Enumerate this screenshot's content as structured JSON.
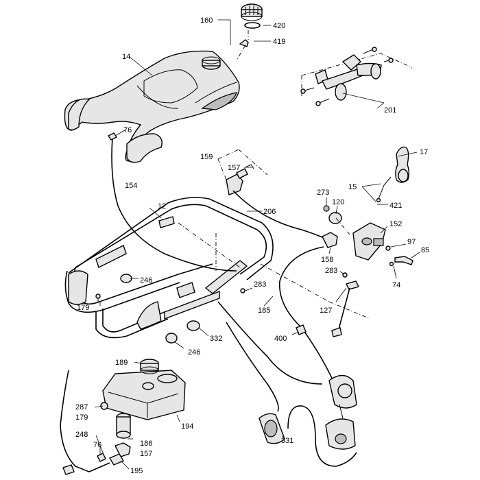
{
  "diagram": {
    "callouts": [
      {
        "id": "c160",
        "text": "160"
      },
      {
        "id": "c420",
        "text": "420"
      },
      {
        "id": "c419",
        "text": "419"
      },
      {
        "id": "c14",
        "text": "14"
      },
      {
        "id": "c201",
        "text": "201"
      },
      {
        "id": "c76a",
        "text": "76"
      },
      {
        "id": "c159",
        "text": "159"
      },
      {
        "id": "c157a",
        "text": "157"
      },
      {
        "id": "c17",
        "text": "17"
      },
      {
        "id": "c15",
        "text": "15"
      },
      {
        "id": "c421",
        "text": "421"
      },
      {
        "id": "c154",
        "text": "154"
      },
      {
        "id": "c273",
        "text": "273"
      },
      {
        "id": "c120",
        "text": "120"
      },
      {
        "id": "c152",
        "text": "152"
      },
      {
        "id": "c12",
        "text": "12"
      },
      {
        "id": "c206",
        "text": "206"
      },
      {
        "id": "c97",
        "text": "97"
      },
      {
        "id": "c85",
        "text": "85"
      },
      {
        "id": "c158",
        "text": "158"
      },
      {
        "id": "c283a",
        "text": "283"
      },
      {
        "id": "c74",
        "text": "74"
      },
      {
        "id": "c246a",
        "text": "246"
      },
      {
        "id": "c283b",
        "text": "283"
      },
      {
        "id": "c179a",
        "text": "179"
      },
      {
        "id": "c185",
        "text": "185"
      },
      {
        "id": "c127",
        "text": "127"
      },
      {
        "id": "c332",
        "text": "332"
      },
      {
        "id": "c400",
        "text": "400"
      },
      {
        "id": "c246b",
        "text": "246"
      },
      {
        "id": "c189",
        "text": "189"
      },
      {
        "id": "c287",
        "text": "287"
      },
      {
        "id": "c179b",
        "text": "179"
      },
      {
        "id": "c194",
        "text": "194"
      },
      {
        "id": "c248",
        "text": "248"
      },
      {
        "id": "c186",
        "text": "186"
      },
      {
        "id": "c157b",
        "text": "157"
      },
      {
        "id": "c76b",
        "text": "76"
      },
      {
        "id": "c331",
        "text": "331"
      },
      {
        "id": "c195",
        "text": "195"
      }
    ]
  }
}
